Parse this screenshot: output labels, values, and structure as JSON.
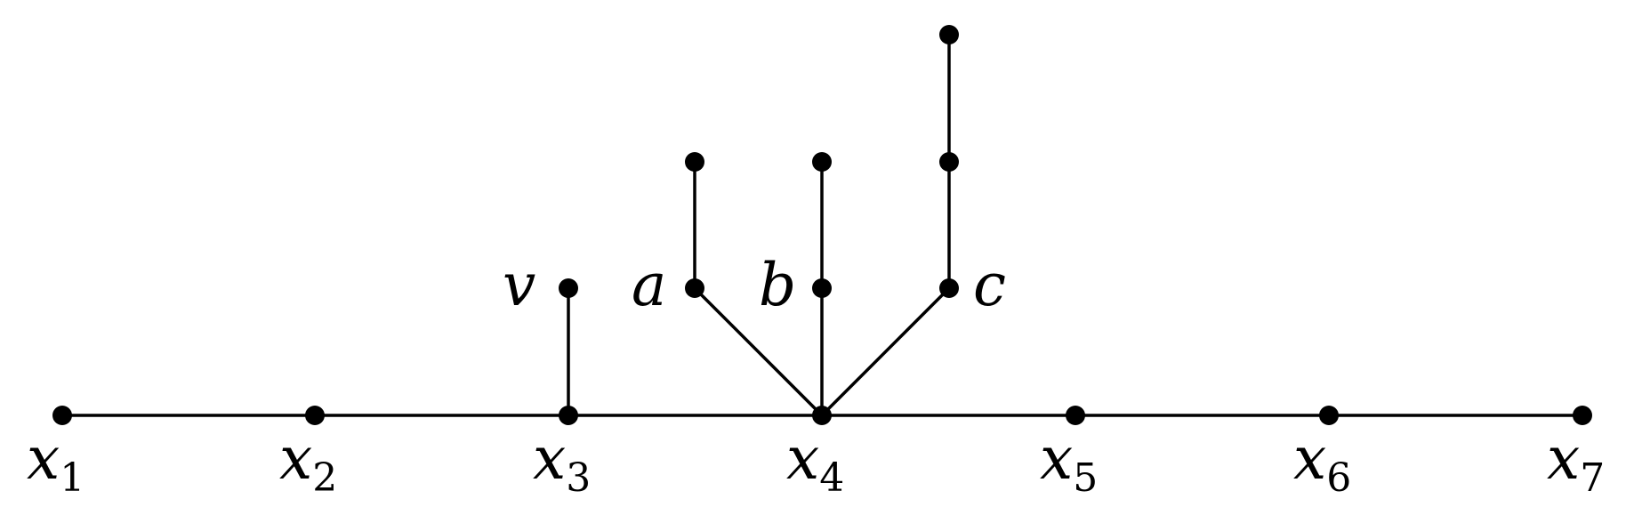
{
  "graph": {
    "spine_labels": [
      {
        "main": "x",
        "sub": "1"
      },
      {
        "main": "x",
        "sub": "2"
      },
      {
        "main": "x",
        "sub": "3"
      },
      {
        "main": "x",
        "sub": "4"
      },
      {
        "main": "x",
        "sub": "5"
      },
      {
        "main": "x",
        "sub": "6"
      },
      {
        "main": "x",
        "sub": "7"
      }
    ],
    "branch_labels": {
      "v": "v",
      "a": "a",
      "b": "b",
      "c": "c"
    }
  }
}
